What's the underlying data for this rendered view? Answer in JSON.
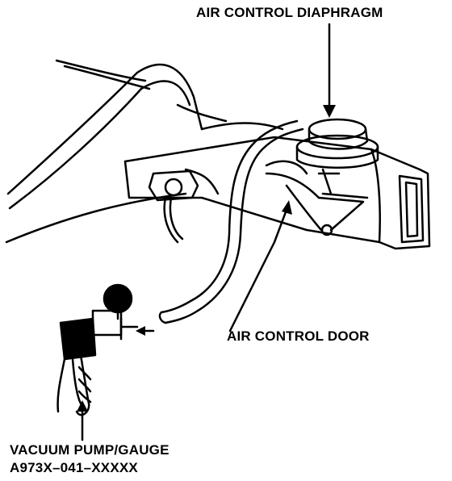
{
  "labels": {
    "air_control_diaphragm": "AIR CONTROL DIAPHRAGM",
    "air_control_door": "AIR CONTROL DOOR",
    "vacuum_pump_gauge": "VACUUM PUMP/GAUGE",
    "part_number": "A973X–041–XXXXX"
  },
  "colors": {
    "ink": "#000000",
    "paper": "#ffffff"
  }
}
